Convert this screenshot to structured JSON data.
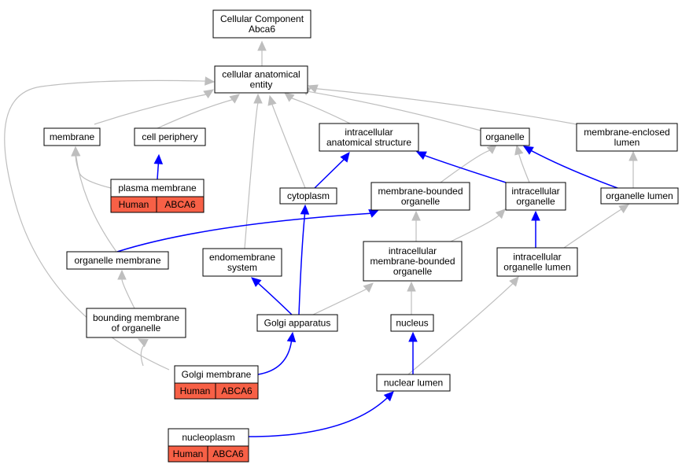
{
  "colors": {
    "isa_edge": "#bebebe",
    "partof_edge": "#0000ff",
    "annotation_fill": "#f76046",
    "node_fill": "#ffffff"
  },
  "nodes": {
    "root": [
      "Cellular Component",
      "Abca6"
    ],
    "cellular_anatomical_entity": [
      "cellular anatomical",
      "entity"
    ],
    "membrane": [
      "membrane"
    ],
    "cell_periphery": [
      "cell periphery"
    ],
    "intracellular_anatomical_structure": [
      "intracellular",
      "anatomical structure"
    ],
    "organelle": [
      "organelle"
    ],
    "membrane_enclosed_lumen": [
      "membrane-enclosed",
      "lumen"
    ],
    "plasma_membrane": [
      "plasma membrane"
    ],
    "cytoplasm": [
      "cytoplasm"
    ],
    "membrane_bounded_organelle": [
      "membrane-bounded",
      "organelle"
    ],
    "intracellular_organelle": [
      "intracellular",
      "organelle"
    ],
    "organelle_lumen": [
      "organelle lumen"
    ],
    "organelle_membrane": [
      "organelle membrane"
    ],
    "endomembrane_system": [
      "endomembrane",
      "system"
    ],
    "intracellular_membrane_bounded_organelle": [
      "intracellular",
      "membrane-bounded",
      "organelle"
    ],
    "intracellular_organelle_lumen": [
      "intracellular",
      "organelle lumen"
    ],
    "bounding_membrane_of_organelle": [
      "bounding membrane",
      "of organelle"
    ],
    "golgi_apparatus": [
      "Golgi apparatus"
    ],
    "nucleus": [
      "nucleus"
    ],
    "golgi_membrane": [
      "Golgi membrane"
    ],
    "nuclear_lumen": [
      "nuclear lumen"
    ],
    "nucleoplasm": [
      "nucleoplasm"
    ]
  },
  "annotations": {
    "plasma_membrane": [
      "Human",
      "ABCA6"
    ],
    "golgi_membrane": [
      "Human",
      "ABCA6"
    ],
    "nucleoplasm": [
      "Human",
      "ABCA6"
    ]
  }
}
